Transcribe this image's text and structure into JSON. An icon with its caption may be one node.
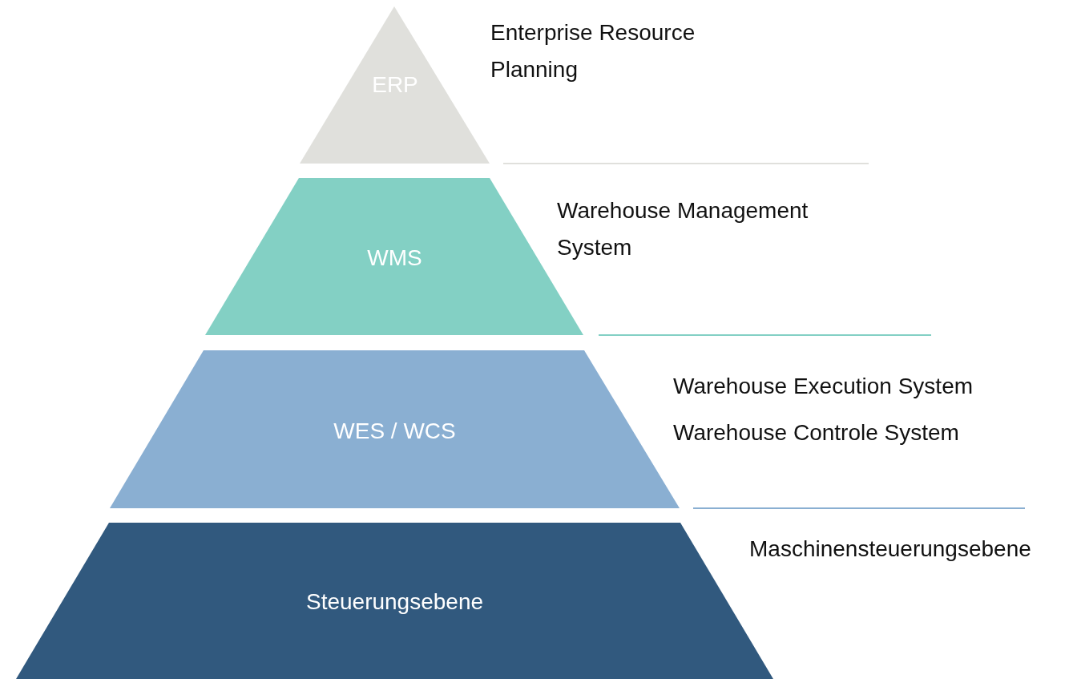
{
  "diagram": {
    "nodes": [
      {
        "text": [
          "ERP"
        ],
        "beside": [
          "Enterprise Resource Planning"
        ]
      },
      {
        "text": [
          "WMS"
        ],
        "beside": [
          "Warehouse Management System"
        ]
      },
      {
        "text": [
          "WES / WCS"
        ],
        "beside": [
          "Warehouse Execution System",
          "Warehouse Controle System"
        ]
      },
      {
        "text": [
          "Steuerungsebene"
        ],
        "beside": [
          "Maschinensteuerungsebene"
        ]
      }
    ]
  }
}
